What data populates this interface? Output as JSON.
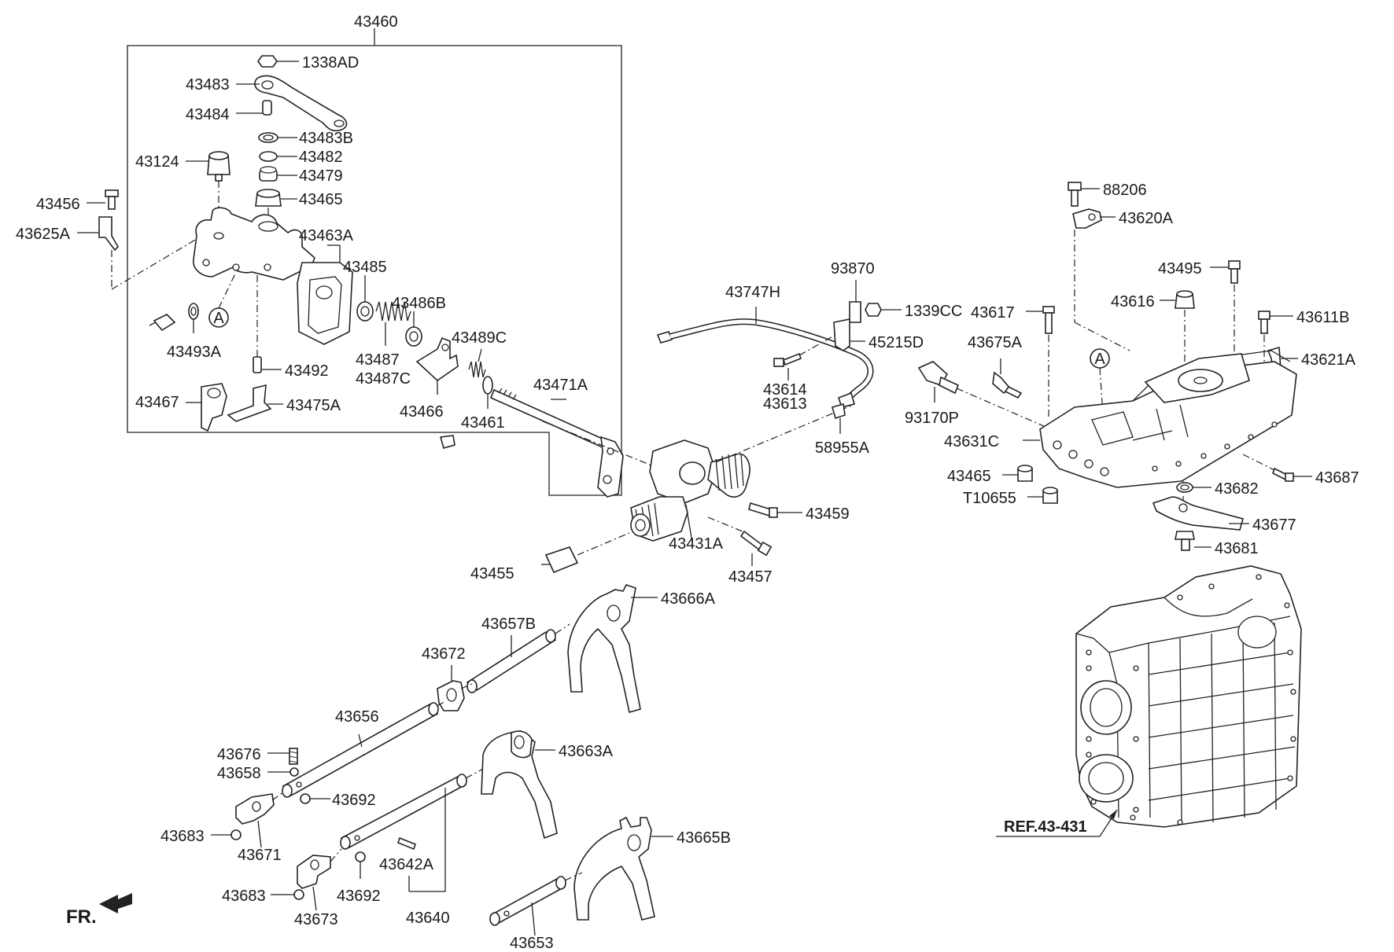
{
  "labels": {
    "l43460": "43460",
    "l1338AD": "1338AD",
    "l43483": "43483",
    "l43484": "43484",
    "l43483B": "43483B",
    "l43482": "43482",
    "l43479": "43479",
    "l43124": "43124",
    "l43465a": "43465",
    "l43456": "43456",
    "l43625A": "43625A",
    "l43463A": "43463A",
    "l43485": "43485",
    "l43486B": "43486B",
    "l43493A": "43493A",
    "l43487": "43487",
    "l43487C": "43487C",
    "l43489C": "43489C",
    "l43492": "43492",
    "l43471A": "43471A",
    "l43467": "43467",
    "l43475A": "43475A",
    "l43466": "43466",
    "l43461": "43461",
    "l43747H": "43747H",
    "l93870": "93870",
    "l1339CC": "1339CC",
    "l45215D": "45215D",
    "l43614": "43614",
    "l43613": "43613",
    "l58955A": "58955A",
    "l43459": "43459",
    "l43431A": "43431A",
    "l43457": "43457",
    "l43455": "43455",
    "l88206": "88206",
    "l43620A": "43620A",
    "l43495": "43495",
    "l43616": "43616",
    "l43617": "43617",
    "l43611B": "43611B",
    "l43675A": "43675A",
    "l43621A": "43621A",
    "l93170P": "93170P",
    "l43631C": "43631C",
    "l43465b": "43465",
    "lT10655": "T10655",
    "l43682": "43682",
    "l43687": "43687",
    "l43677": "43677",
    "l43681": "43681",
    "l43666A": "43666A",
    "l43657B": "43657B",
    "l43672": "43672",
    "l43656": "43656",
    "l43676": "43676",
    "l43658": "43658",
    "l43692a": "43692",
    "l43663A": "43663A",
    "l43683a": "43683",
    "l43671": "43671",
    "l43665B": "43665B",
    "l43642A": "43642A",
    "l43683b": "43683",
    "l43692b": "43692",
    "l43673": "43673",
    "l43640": "43640",
    "l43653": "43653",
    "ref": "REF.43-431",
    "fr": "FR.",
    "calloutA1": "A",
    "calloutA2": "A"
  }
}
